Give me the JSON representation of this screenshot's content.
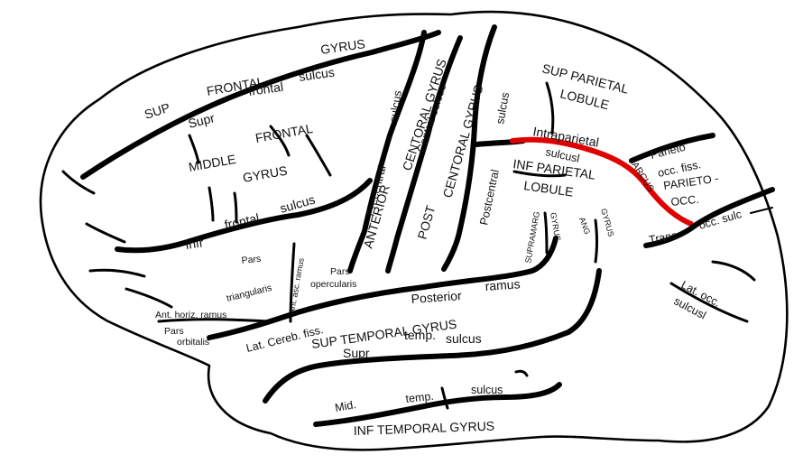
{
  "diagram": {
    "highlight_color": "#e00000",
    "labels": {
      "sup_frontal": "SUP",
      "frontal_caps": "FRONTAL",
      "gyrus_top": "GYRUS",
      "sulcus_top": "sulcus",
      "frontal_lower": "frontal",
      "supr": "Supr",
      "middle": "MIDDLE",
      "frontal_mid": "FRONTAL",
      "gyrus_mid": "GYRUS",
      "infr": "Infr",
      "frontal_infr": "frontal",
      "sulcus_infr": "sulcus",
      "precentral_sulcus": "sulcus",
      "precentral": "Precentral",
      "anterior": "ANTERIOR",
      "centoral_gyrus": "CENTORAL GYRUS",
      "central_sulcus": "Central sulcus",
      "post": "POST",
      "post_centoral_gyrus": "CENTORAL GYRUS",
      "postcentral": "Postcentral",
      "sulcus_post": "sulcus",
      "sup_parietal": "SUP PARIETAL",
      "lobule_sup": "LOBULE",
      "intraparietal": "Intraparietal",
      "sulcus_intra": "sulcusl",
      "inf_parietal": "INF PARIETAL",
      "lobule_inf": "LOBULE",
      "supramarg": "SUPRAMARG",
      "gyrus_supramarg": "GYRUS",
      "ang": "ANG",
      "gyrus_ang": "GYRUS",
      "arcus": "ARCUS",
      "parieto": "Parieto",
      "occ_fiss": "occ. fiss.",
      "parieto_occ": "PARIETO -",
      "occ": "OCC.",
      "trans": "Trans",
      "occ_sulc": "occ. sulc",
      "lat_occ": "Lat. occ.",
      "sulcus_latocc": "sulcusl",
      "pars_tri": "Pars",
      "triangularis": "triangularis",
      "ant_asc_ramus": "Ant. asc. ramus",
      "pars_operc": "Pars",
      "opercularis": "opercularis",
      "ant_horiz_ramus": "Ant. horiz. ramus",
      "pars_orb": "Pars",
      "orbitalis": "orbitalis",
      "lat_cereb_fiss": "Lat. Cereb. fiss.",
      "posterior": "Posterior",
      "ramus": "ramus",
      "sup_temporal_gyrus": "SUP TEMPORAL GYRUS",
      "supr_temp": "Supr",
      "temp_sup": "temp.",
      "sulcus_temp": "sulcus",
      "mid": "Mid.",
      "temp_mid": "temp.",
      "sulcus_mid": "sulcus",
      "inf_temporal_gyrus": "INF TEMPORAL GYRUS"
    }
  }
}
